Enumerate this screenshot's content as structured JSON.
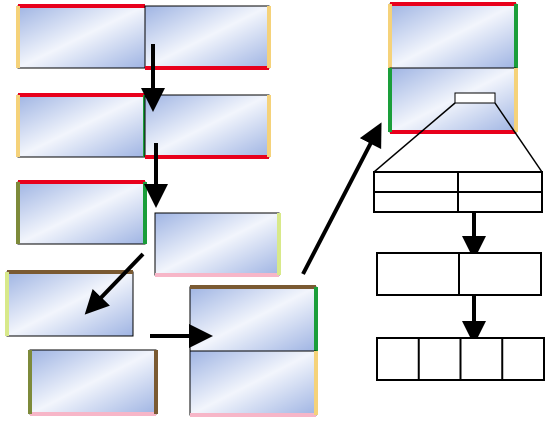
{
  "colors": {
    "red_edge": "#e8001c",
    "green_edge": "#1a9e3a",
    "yellow_edge": "#f5d27a",
    "brown_edge": "#7a5a32",
    "pink_edge": "#f7b6c8",
    "olive_edge": "#7d8a3a",
    "lime_edge": "#d8e98a",
    "block_fill_light": "#f2f5fc",
    "block_fill_mid": "#9fb4e3",
    "outline": "#000000",
    "arrow": "#000000"
  },
  "stages": [
    {
      "id": "stage-1",
      "description": "two-blocks-side-by-side"
    },
    {
      "id": "stage-2",
      "description": "two-blocks-merge-right-edge"
    },
    {
      "id": "stage-3",
      "description": "blocks-staggered"
    },
    {
      "id": "stage-4",
      "description": "blocks-stacked-pairs"
    },
    {
      "id": "stage-5",
      "description": "stacked-result"
    }
  ],
  "tables": [
    {
      "id": "grid-2x2",
      "rows": 2,
      "cols": 2
    },
    {
      "id": "grid-1x2",
      "rows": 1,
      "cols": 2
    },
    {
      "id": "grid-1x4",
      "rows": 1,
      "cols": 4
    }
  ]
}
